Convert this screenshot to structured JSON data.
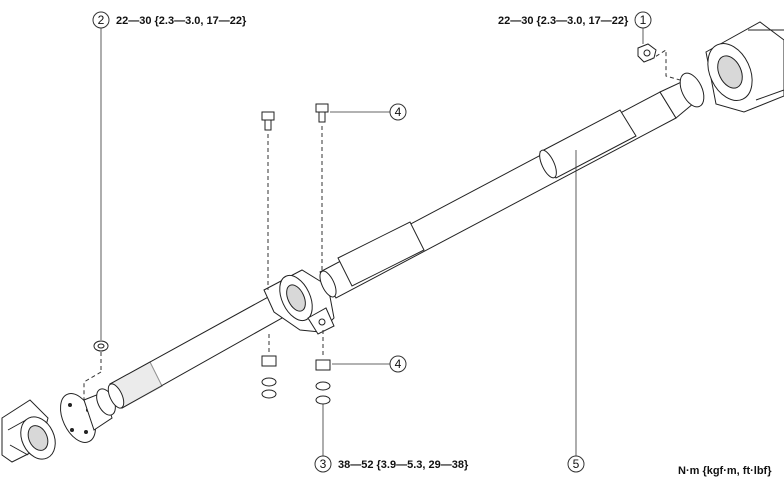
{
  "callouts": {
    "c1": {
      "number": "1",
      "torque": "22—30 {2.3—3.0, 17—22}"
    },
    "c2": {
      "number": "2",
      "torque": "22—30 {2.3—3.0, 17—22}"
    },
    "c3": {
      "number": "3",
      "torque": "38—52 {3.9—5.3, 29—38}"
    },
    "c4a": {
      "number": "4"
    },
    "c4b": {
      "number": "4"
    },
    "c5": {
      "number": "5"
    }
  },
  "unit_label": "N·m {kgf·m, ft·lbf}"
}
